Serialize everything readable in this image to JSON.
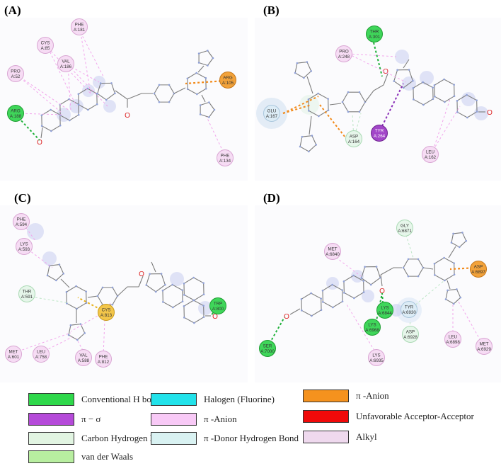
{
  "panels": [
    {
      "label": "(A)",
      "residues": [
        {
          "name": "PHE",
          "num": "A:181",
          "type": "alkyl"
        },
        {
          "name": "CYS",
          "num": "A:85",
          "type": "alkyl"
        },
        {
          "name": "VAL",
          "num": "A:186",
          "type": "alkyl"
        },
        {
          "name": "PRO",
          "num": "A:52",
          "type": "alkyl"
        },
        {
          "name": "ARG",
          "num": "A:188",
          "type": "hbond"
        },
        {
          "name": "ARG",
          "num": "A:105",
          "type": "pianion"
        },
        {
          "name": "PHE",
          "num": "A:134",
          "type": "alkyl"
        }
      ]
    },
    {
      "label": "(B)",
      "residues": [
        {
          "name": "THR",
          "num": "A:301",
          "type": "hbond"
        },
        {
          "name": "PRO",
          "num": "A:248",
          "type": "alkyl"
        },
        {
          "name": "GLU",
          "num": "A:167",
          "type": "vdw"
        },
        {
          "name": "ASP",
          "num": "A:164",
          "type": "carbonh"
        },
        {
          "name": "TYR",
          "num": "A:264",
          "type": "pisigma"
        },
        {
          "name": "LEU",
          "num": "A:162",
          "type": "alkyl"
        }
      ]
    },
    {
      "label": "(C)",
      "residues": [
        {
          "name": "PHE",
          "num": "A:594",
          "type": "alkyl"
        },
        {
          "name": "LYS",
          "num": "A:593",
          "type": "alkyl"
        },
        {
          "name": "THR",
          "num": "A:591",
          "type": "carbonh"
        },
        {
          "name": "CYS",
          "num": "A:813",
          "type": "sulfur"
        },
        {
          "name": "MET",
          "num": "A:601",
          "type": "alkyl"
        },
        {
          "name": "LEU",
          "num": "A:758",
          "type": "alkyl"
        },
        {
          "name": "VAL",
          "num": "A:588",
          "type": "alkyl"
        },
        {
          "name": "PHE",
          "num": "A:812",
          "type": "alkyl"
        },
        {
          "name": "TRP",
          "num": "A:800",
          "type": "hbond"
        }
      ]
    },
    {
      "label": "(D)",
      "residues": [
        {
          "name": "MET",
          "num": "A:6840",
          "type": "alkyl"
        },
        {
          "name": "GLY",
          "num": "A:6871",
          "type": "carbonh"
        },
        {
          "name": "ASP",
          "num": "A:6897",
          "type": "pianion"
        },
        {
          "name": "LYS",
          "num": "A:6844",
          "type": "hbond"
        },
        {
          "name": "TYR",
          "num": "A:6930",
          "type": "vdw"
        },
        {
          "name": "LYS",
          "num": "A:6968",
          "type": "hbond"
        },
        {
          "name": "ASP",
          "num": "A:6928",
          "type": "carbonh"
        },
        {
          "name": "LEU",
          "num": "A:6898",
          "type": "alkyl"
        },
        {
          "name": "MET",
          "num": "A:6929",
          "type": "alkyl"
        },
        {
          "name": "SER",
          "num": "A:7000",
          "type": "hbond"
        },
        {
          "name": "LYS",
          "num": "A:6935",
          "type": "alkyl"
        }
      ]
    }
  ],
  "legend": [
    {
      "label": "Conventional H bond",
      "color": "#2ed84a"
    },
    {
      "label": "π − σ",
      "color": "#b54ad9"
    },
    {
      "label": "Carbon Hydrogen Bond",
      "color": "#e2f5e2"
    },
    {
      "label": "van der Waals",
      "color": "#b8eea0"
    },
    {
      "label": "Halogen (Fluorine)",
      "color": "#22e2ea"
    },
    {
      "label": "π -Anion",
      "color": "#f8c9f6"
    },
    {
      "label": "π -Donor Hydrogen Bond",
      "color": "#d9f2f2"
    },
    {
      "label": "π -Anion",
      "color": "#f5921e"
    },
    {
      "label": "Unfavorable Acceptor-Acceptor",
      "color": "#f00a0a"
    },
    {
      "label": "Alkyl",
      "color": "#efd9ee"
    }
  ],
  "colors": {
    "hbond_fill": "#3fd65a",
    "hbond_stroke": "#1e9e32",
    "alkyl_fill": "#f6dcf4",
    "alkyl_stroke": "#d9a6d3",
    "pianion_fill": "#f2a23a",
    "pianion_stroke": "#c6771a",
    "pisigma_fill": "#a246c8",
    "pisigma_stroke": "#6e2390",
    "carbonh_fill": "#e6f6ea",
    "carbonh_stroke": "#a9d9b3",
    "vdw_fill": "#dcecf6",
    "vdw_stroke": "#a9c6dc",
    "sulfur_fill": "#f3c64a",
    "sulfur_stroke": "#c89a1c",
    "bond": "#7c7c7c"
  }
}
